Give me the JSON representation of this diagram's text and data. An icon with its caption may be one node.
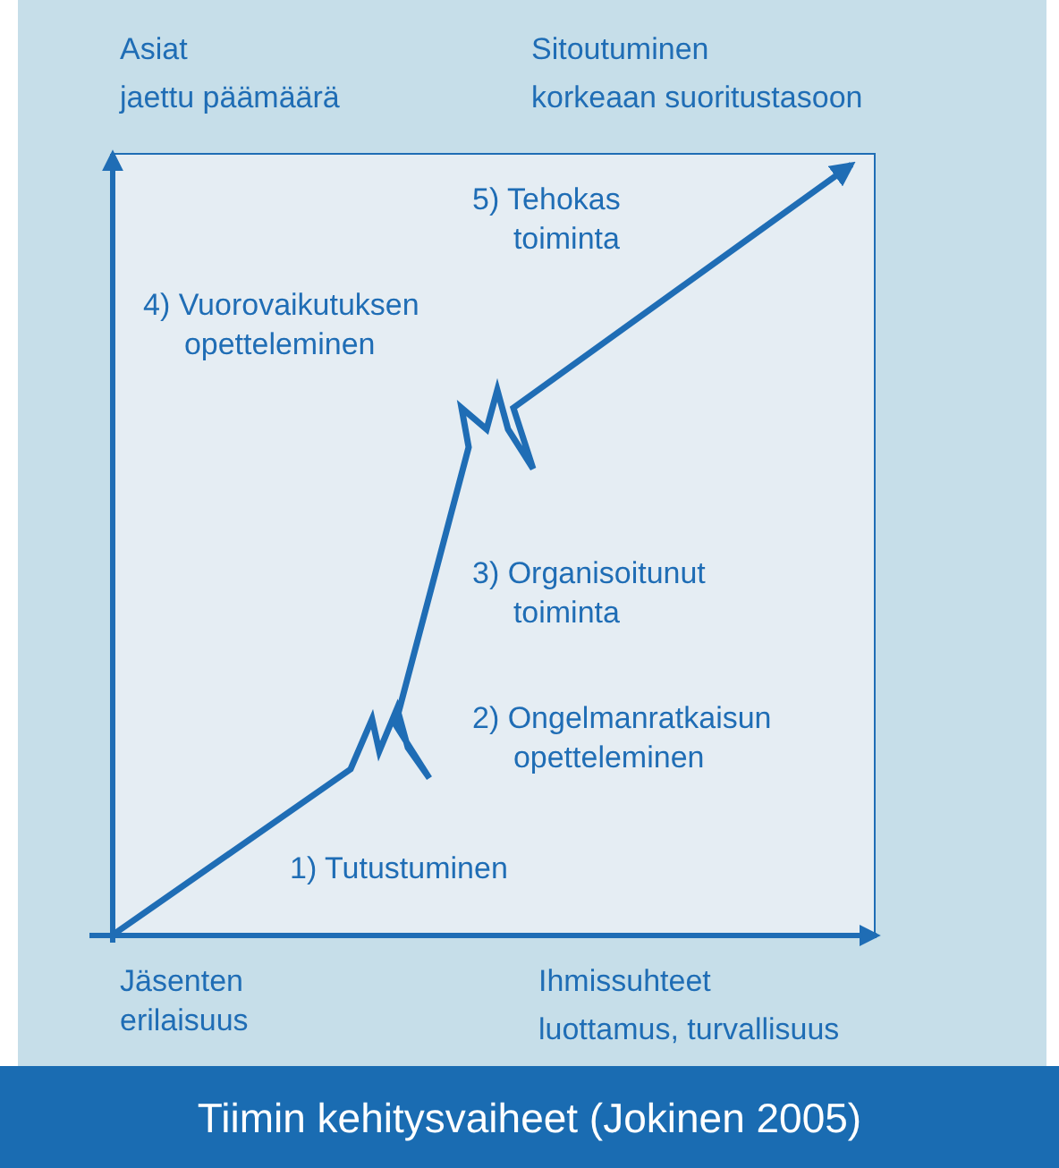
{
  "diagram": {
    "title": "Tiimin kehitysvaiheet (Jokinen 2005)",
    "labels": [
      "Asiat",
      "jaettu päämäärä",
      "Sitoutuminen",
      "korkeaan suoritustasoon",
      "5) Tehokas toiminta",
      "4) Vuorovaikutuksen opetteleminen",
      "3) Organisoitunut toiminta",
      "2) Ongelmanratkaisun opetteleminen",
      "1) Tutustuminen",
      "Jäsenten erilaisuus",
      "Ihmissuhteet",
      "luottamus, turvallisuus"
    ]
  }
}
